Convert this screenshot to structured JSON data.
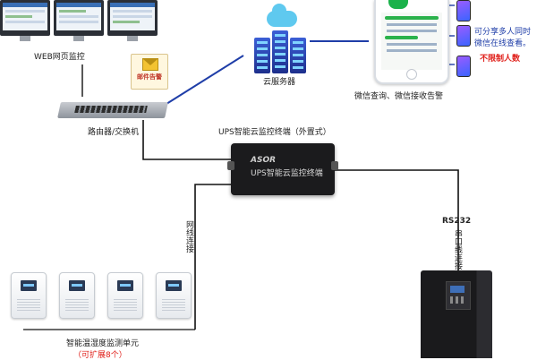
{
  "labels": {
    "web_monitor": "WEB网页监控",
    "email_alert": "邮件告警",
    "router_switch": "路由器/交换机",
    "cloud_server": "云服务器",
    "wechat_query": "微信查询、微信接收告警",
    "share_line1": "可分享多人同时",
    "share_line2": "微信在线查看。",
    "unlimited": "不限制人数",
    "terminal_title": "UPS智能云监控终端（外置式）",
    "terminal_brand": "ASOR",
    "terminal_face": "UPS智能云监控终端",
    "network_link": "网线连接",
    "rs232": "RS232",
    "serial_link": "串口线连接",
    "sensor_unit": "智能温湿度监测单元",
    "expandable": "（可扩展8个）"
  },
  "colors": {
    "accent_red": "#e0201b",
    "link_blue": "#1f3ea8",
    "line_black": "#111111"
  }
}
